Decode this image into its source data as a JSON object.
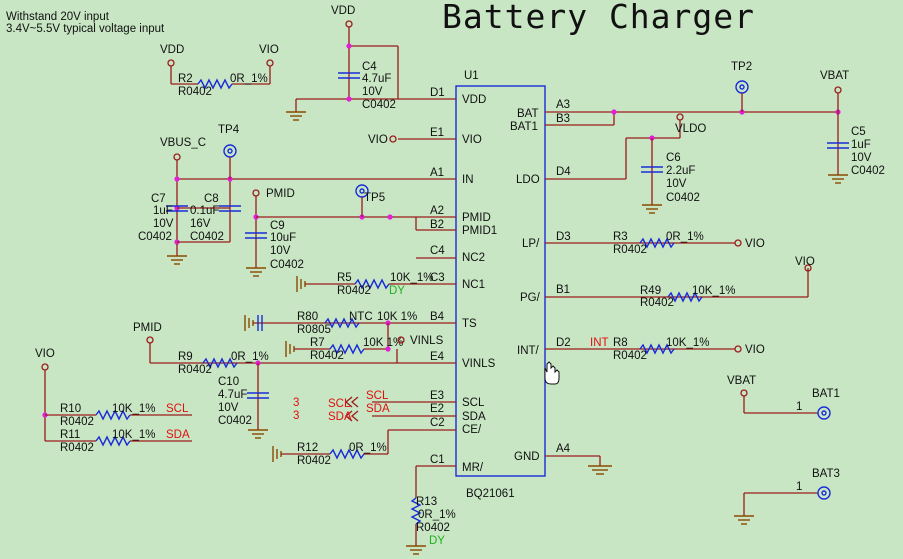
{
  "title": "Battery Charger",
  "notes": [
    "Withstand 20V input",
    "3.4V~5.5V typical voltage input"
  ],
  "chip": {
    "ref": "U1",
    "part": "BQ21061",
    "left_pins": [
      {
        "num": "D1",
        "name": "VDD"
      },
      {
        "num": "E1",
        "name": "VIO"
      },
      {
        "num": "A1",
        "name": "IN"
      },
      {
        "num": "A2",
        "name": "PMID"
      },
      {
        "num": "B2",
        "name": "PMID1"
      },
      {
        "num": "C4",
        "name": "NC2"
      },
      {
        "num": "C3",
        "name": "NC1"
      },
      {
        "num": "B4",
        "name": "TS"
      },
      {
        "num": "E4",
        "name": "VINLS"
      },
      {
        "num": "E3",
        "name": "SCL"
      },
      {
        "num": "E2",
        "name": "SDA"
      },
      {
        "num": "C2",
        "name": "CE/"
      },
      {
        "num": "C1",
        "name": "MR/"
      }
    ],
    "right_pins": [
      {
        "num": "A3",
        "name": "BAT"
      },
      {
        "num": "B3",
        "name": "BAT1"
      },
      {
        "num": "D4",
        "name": "LDO"
      },
      {
        "num": "D3",
        "name": "LP/"
      },
      {
        "num": "B1",
        "name": "PG/"
      },
      {
        "num": "D2",
        "name": "INT/"
      },
      {
        "num": "A4",
        "name": "GND"
      }
    ]
  },
  "nets": {
    "vdd": "VDD",
    "vio": "VIO",
    "vbus_c": "VBUS_C",
    "pmid": "PMID",
    "vbat": "VBAT",
    "vldo": "VLDO",
    "vinls": "VINLS",
    "scl": "SCL",
    "sda": "SDA",
    "int": "INT",
    "ntc": "NTC",
    "dy": "DY",
    "three": "3",
    "one": "1"
  },
  "testpoints": [
    "TP2",
    "TP4",
    "TP5"
  ],
  "connectors": [
    "BAT1",
    "BAT3"
  ],
  "components": {
    "R2": {
      "ref": "R2",
      "value": "0R_1%",
      "pkg": "R0402"
    },
    "R3": {
      "ref": "R3",
      "value": "0R_1%",
      "pkg": "R0402"
    },
    "R49": {
      "ref": "R49",
      "value": "10K_1%",
      "pkg": "R0402"
    },
    "R8": {
      "ref": "R8",
      "value": "10K_1%",
      "pkg": "R0402"
    },
    "R5": {
      "ref": "R5",
      "value": "10K_1%",
      "pkg": "R0402"
    },
    "R80": {
      "ref": "R80",
      "value": "10K 1%",
      "pkg": "R0805"
    },
    "R7": {
      "ref": "R7",
      "value": "10K 1%",
      "pkg": "R0402"
    },
    "R9": {
      "ref": "R9",
      "value": "0R_1%",
      "pkg": "R0402"
    },
    "R10": {
      "ref": "R10",
      "value": "10K_1%",
      "pkg": "R0402"
    },
    "R11": {
      "ref": "R11",
      "value": "10K_1%",
      "pkg": "R0402"
    },
    "R12": {
      "ref": "R12",
      "value": "0R_1%",
      "pkg": "R0402"
    },
    "R13": {
      "ref": "R13",
      "value": "0R_1%",
      "pkg": "R0402"
    },
    "C4": {
      "ref": "C4",
      "value": "4.7uF",
      "volt": "10V",
      "pkg": "C0402"
    },
    "C5": {
      "ref": "C5",
      "value": "1uF",
      "volt": "10V",
      "pkg": "C0402"
    },
    "C6": {
      "ref": "C6",
      "value": "2.2uF",
      "volt": "10V",
      "pkg": "C0402"
    },
    "C7": {
      "ref": "C7",
      "value": "1uF",
      "volt": "10V",
      "pkg": "C0402"
    },
    "C8": {
      "ref": "C8",
      "value": "0.1uF",
      "volt": "16V",
      "pkg": "C0402"
    },
    "C9": {
      "ref": "C9",
      "value": "10uF",
      "volt": "10V",
      "pkg": "C0402"
    },
    "C10": {
      "ref": "C10",
      "value": "4.7uF",
      "volt": "10V",
      "pkg": "C0402"
    }
  }
}
